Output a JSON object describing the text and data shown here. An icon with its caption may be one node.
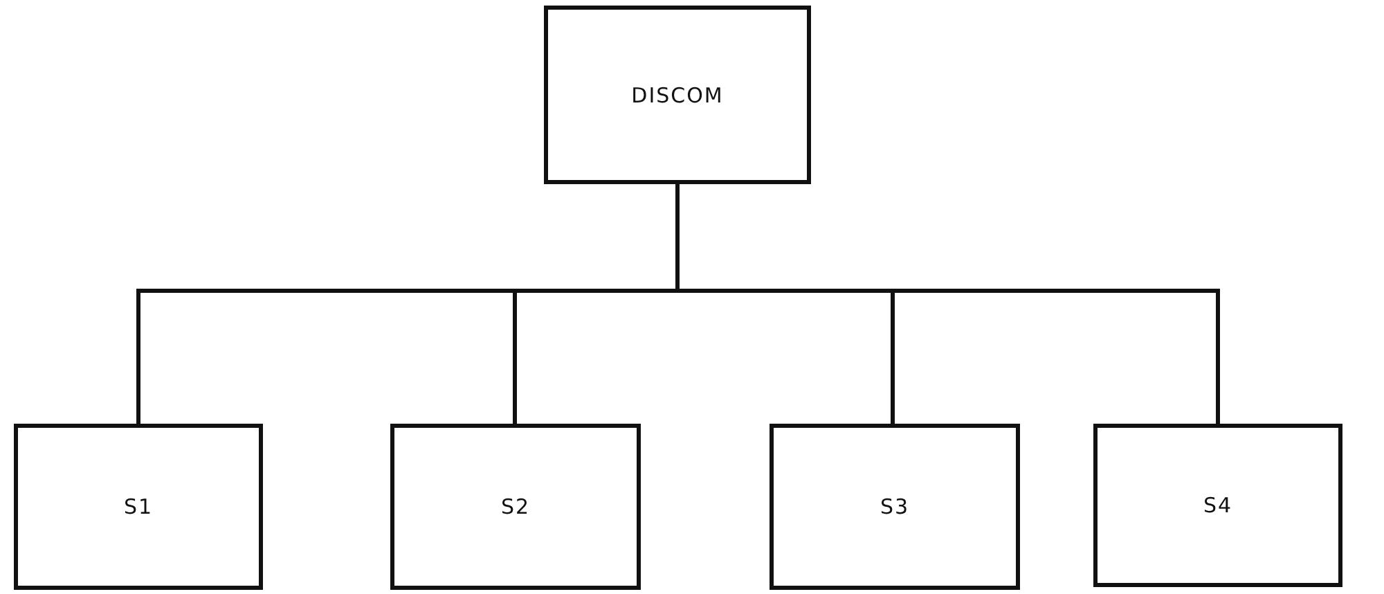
{
  "diagram": {
    "nodes": [
      {
        "text": [
          "DISCOM"
        ]
      },
      {
        "text": [
          "S1"
        ]
      },
      {
        "text": [
          "S2"
        ]
      },
      {
        "text": [
          "S3"
        ]
      },
      {
        "text": [
          "S4"
        ]
      }
    ],
    "edges": [
      {
        "from": 0,
        "to": 1,
        "arrow": "none"
      },
      {
        "from": 0,
        "to": 2,
        "arrow": "none"
      },
      {
        "from": 0,
        "to": 3,
        "arrow": "none"
      },
      {
        "from": 0,
        "to": 4,
        "arrow": "none"
      }
    ]
  }
}
